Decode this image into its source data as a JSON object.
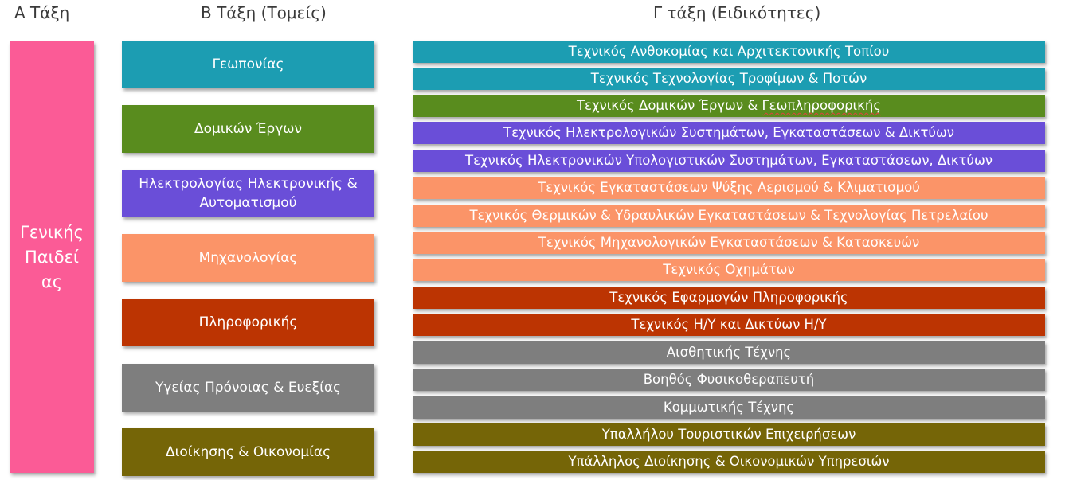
{
  "headers": {
    "a": "Α Τάξη",
    "b": "Β Τάξη (Τομείς)",
    "c": "Γ τάξη (Ειδικότητες)"
  },
  "general": {
    "label": "Γενικής\nΠαιδεί\nας",
    "color": "#fb5b96"
  },
  "sectors": [
    {
      "label": "Γεωπονίας",
      "color": "#1c9db2"
    },
    {
      "label": "Δομικών Έργων",
      "color": "#598c1e"
    },
    {
      "label": "Ηλεκτρολογίας Ηλεκτρονικής & Αυτοματισμού",
      "color": "#6a4ed8"
    },
    {
      "label": "Μηχανολογίας",
      "color": "#fb9468"
    },
    {
      "label": "Πληροφορικής",
      "color": "#bc3402"
    },
    {
      "label": "Υγείας Πρόνοιας & Ευεξίας",
      "color": "#7e7e7e"
    },
    {
      "label": "Διοίκησης & Οικονομίας",
      "color": "#756507"
    }
  ],
  "specialties": [
    {
      "label": "Τεχνικός Ανθοκομίας και Αρχιτεκτονικής Τοπίου",
      "color": "#1c9db2"
    },
    {
      "label": "Τεχνικός Τεχνολογίας Τροφίμων & Ποτών",
      "color": "#1c9db2"
    },
    {
      "label_pre": "Τεχνικός Δομικών Έργων & ",
      "label_mark": "Γεωπληροφορικής",
      "color": "#598c1e"
    },
    {
      "label": "Τεχνικός Ηλεκτρολογικών Συστημάτων, Εγκαταστάσεων & Δικτύων",
      "color": "#6a4ed8"
    },
    {
      "label": "Τεχνικός Ηλεκτρονικών Υπολογιστικών Συστημάτων, Εγκαταστάσεων, Δικτύων",
      "color": "#6a4ed8"
    },
    {
      "label": "Τεχνικός Εγκαταστάσεων Ψύξης Αερισμού & Κλιματισμού",
      "color": "#fb9468"
    },
    {
      "label": "Τεχνικός Θερμικών & Υδραυλικών Εγκαταστάσεων & Τεχνολογίας Πετρελαίου",
      "color": "#fb9468"
    },
    {
      "label": "Τεχνικός Μηχανολογικών Εγκαταστάσεων & Κατασκευών",
      "color": "#fb9468"
    },
    {
      "label": "Τεχνικός Οχημάτων",
      "color": "#fb9468"
    },
    {
      "label": "Τεχνικός Εφαρμογών Πληροφορικής",
      "color": "#bc3402"
    },
    {
      "label": "Τεχνικός Η/Υ και Δικτύων Η/Υ",
      "color": "#bc3402"
    },
    {
      "label": "Αισθητικής Τέχνης",
      "color": "#7e7e7e"
    },
    {
      "label": "Βοηθός Φυσικοθεραπευτή",
      "color": "#7e7e7e"
    },
    {
      "label": "Κομμωτικής Τέχνης",
      "color": "#7e7e7e"
    },
    {
      "label": "Υπαλλήλου Τουριστικών Επιχειρήσεων",
      "color": "#756507"
    },
    {
      "label": "Υπάλληλος Διοίκησης & Οικονομικών Υπηρεσιών",
      "color": "#756507"
    }
  ]
}
